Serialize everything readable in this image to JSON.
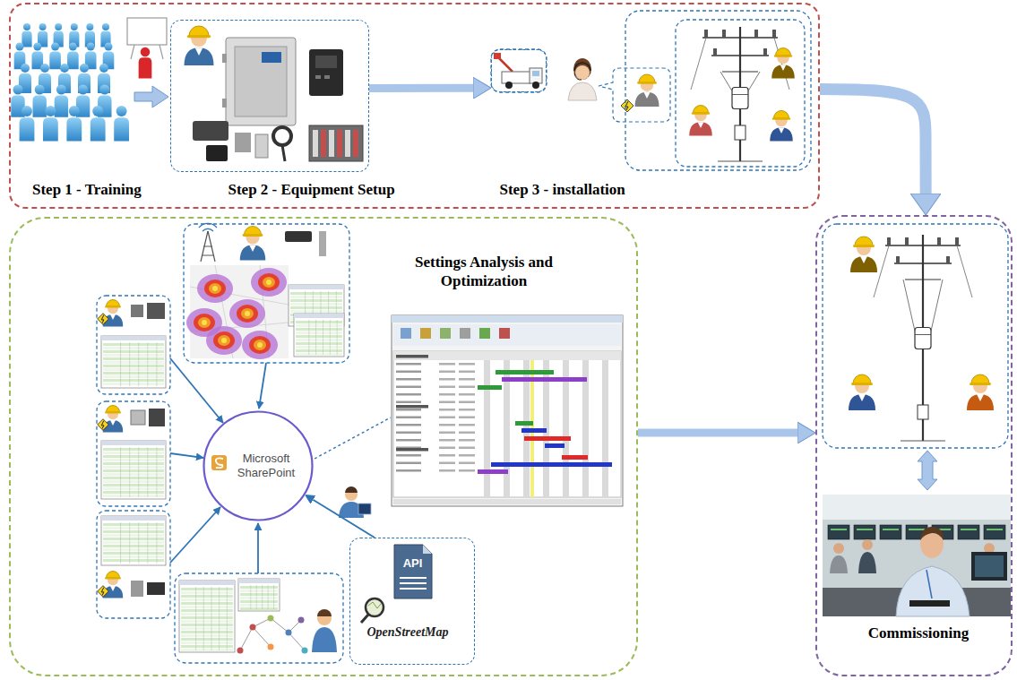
{
  "diagram": {
    "nodes": [
      {
        "text": [
          "Step 1 - Training"
        ]
      },
      {
        "text": [
          "Step 2 - Equipment Setup"
        ],
        "in": 0
      },
      {
        "text": [
          "Step 3 - installation"
        ],
        "in": 0
      },
      {
        "text": [
          "Settings Analysis and Optimization"
        ]
      },
      {
        "text": [
          "Microsoft SharePoint"
        ],
        "in": 3
      },
      {
        "text": [
          "API",
          "OpenStreetMap"
        ],
        "in": 3
      },
      {
        "text": [
          "Commissioning"
        ]
      }
    ],
    "edges": [
      {
        "from": 1,
        "to": 2,
        "arrow": "to"
      },
      {
        "from": 0,
        "to": 6,
        "arrow": "to"
      },
      {
        "from": 5,
        "to": 4,
        "arrow": "to"
      },
      {
        "from": 3,
        "to": 6,
        "arrow": "to"
      }
    ]
  }
}
